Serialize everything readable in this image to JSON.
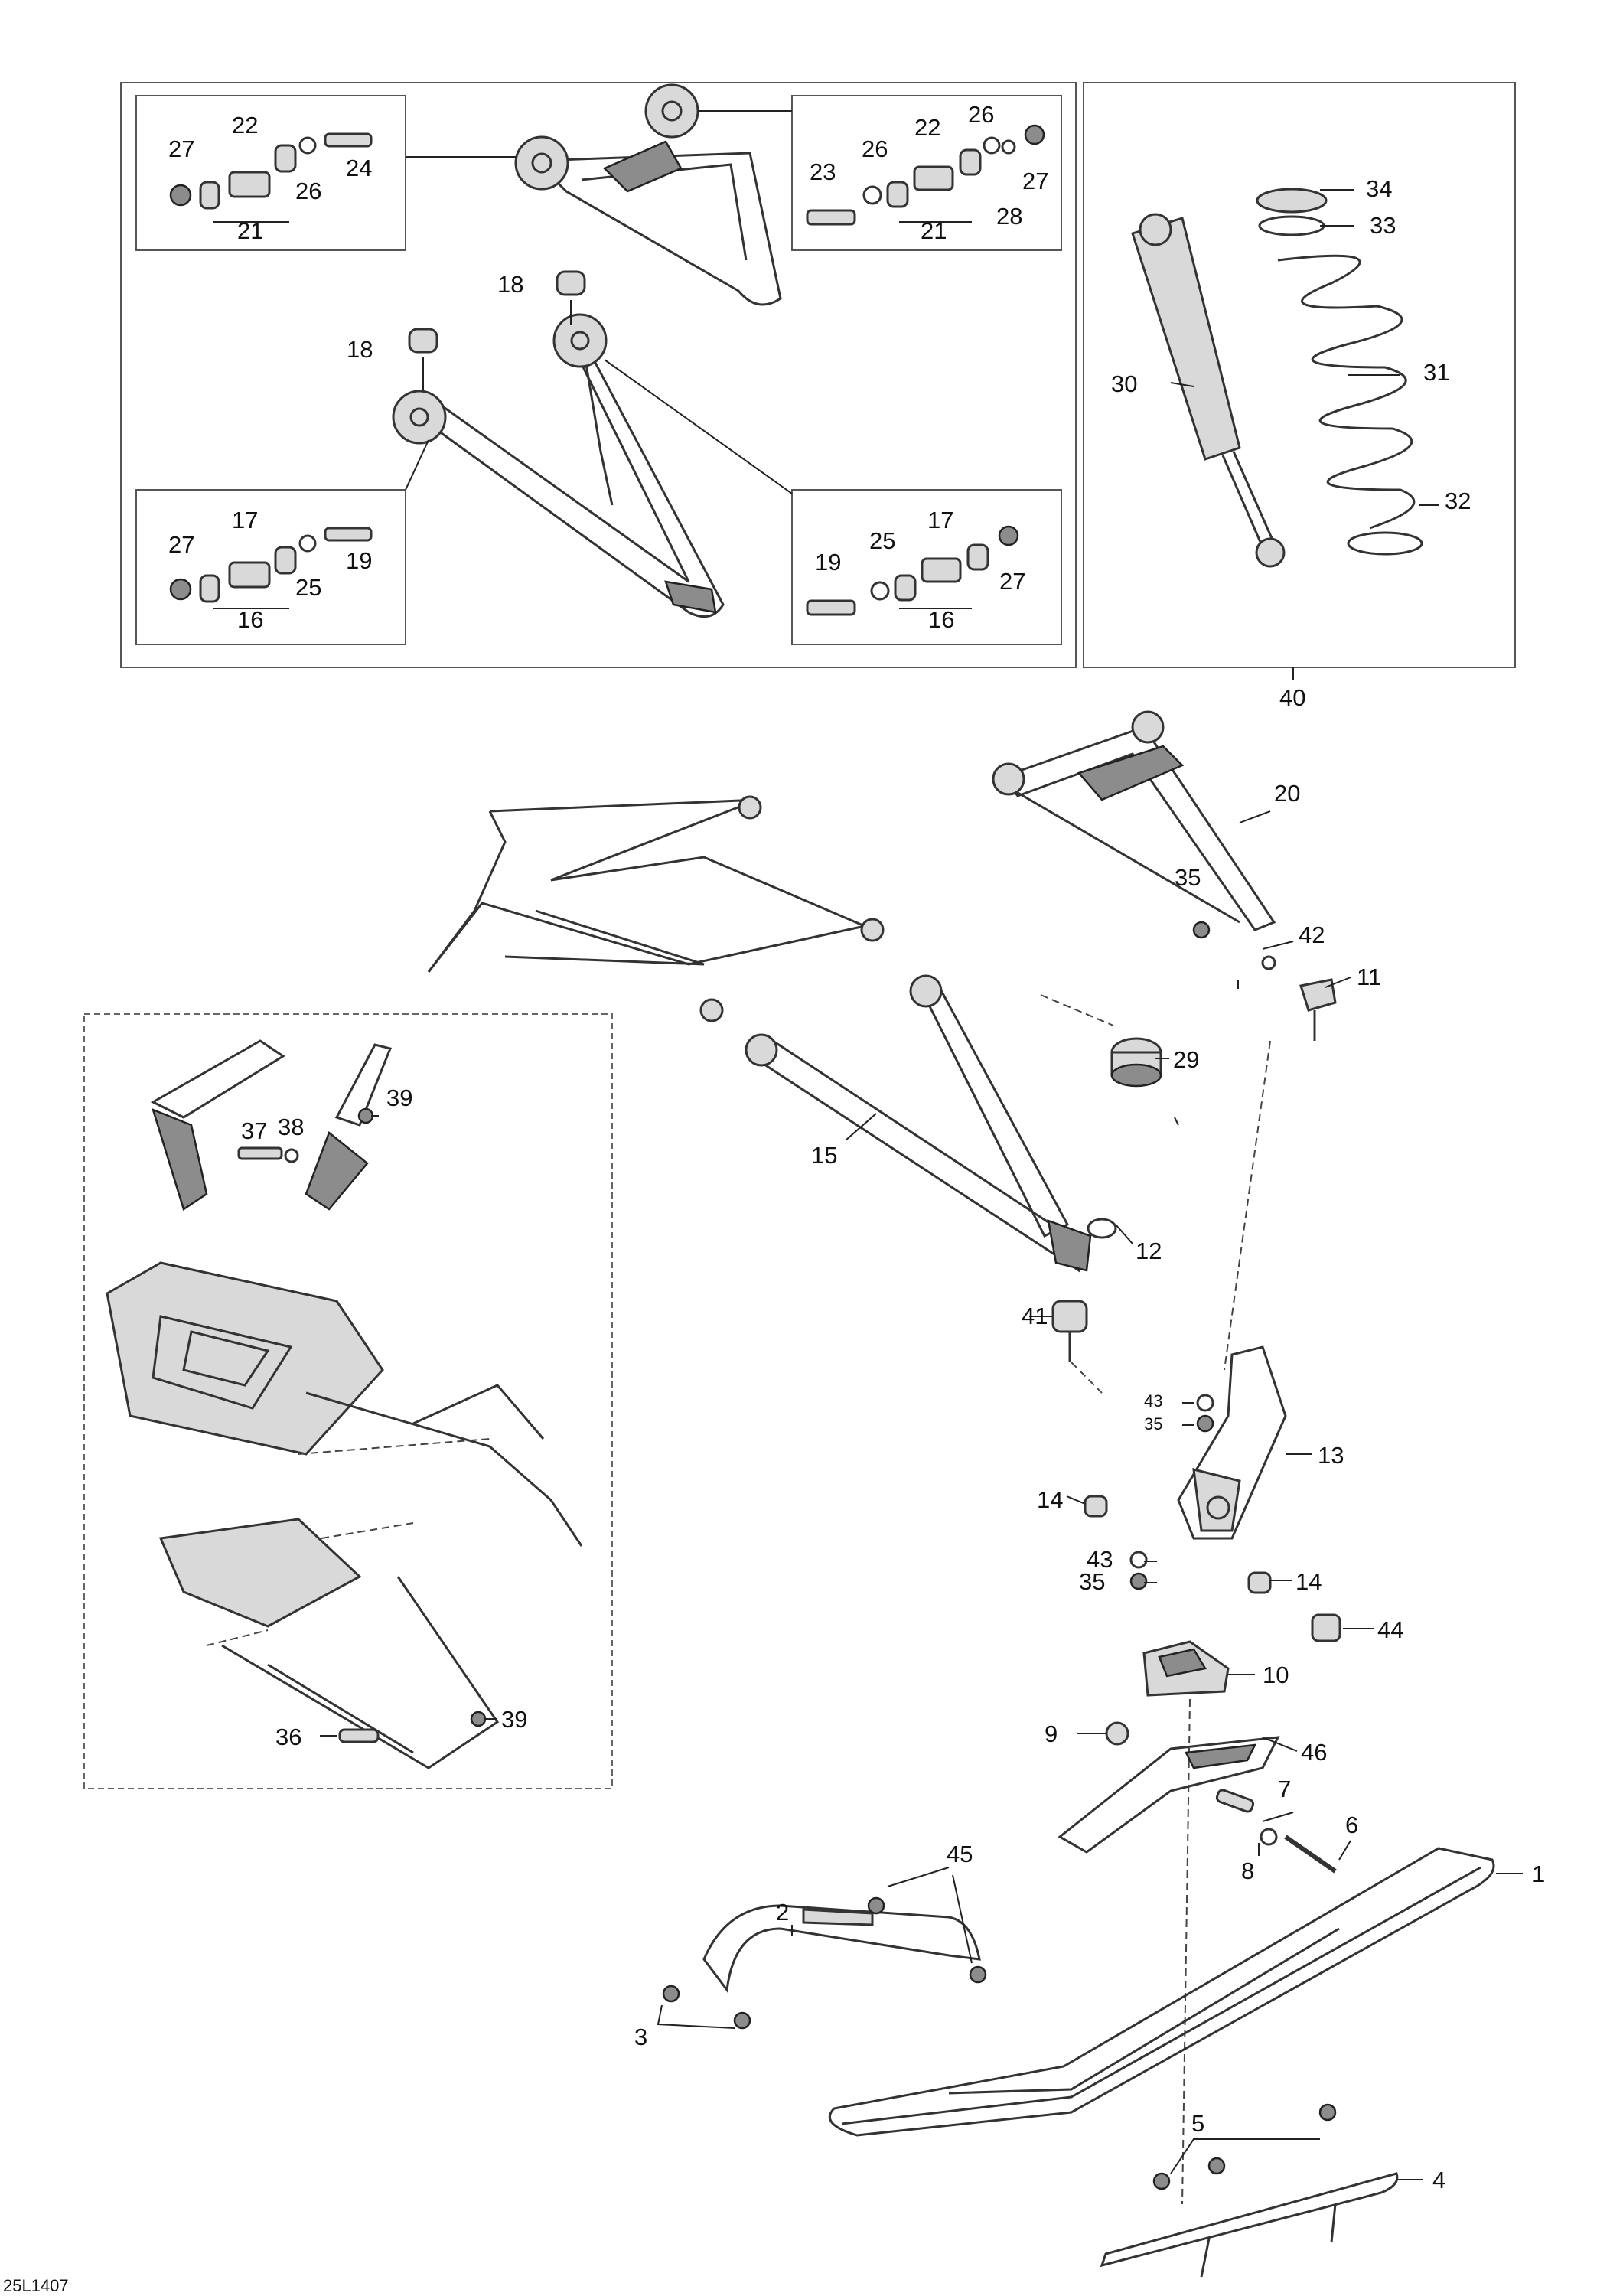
{
  "doc_ref": "25L1407",
  "callouts": {
    "c1": "1",
    "c2": "2",
    "c3": "3",
    "c4": "4",
    "c5": "5",
    "c6": "6",
    "c7": "7",
    "c8": "8",
    "c9": "9",
    "c10": "10",
    "c11": "11",
    "c12": "12",
    "c13": "13",
    "c14a": "14",
    "c14b": "14",
    "c15": "15",
    "c16a": "16",
    "c16b": "16",
    "c17a": "17",
    "c17b": "17",
    "c18a": "18",
    "c18b": "18",
    "c19a": "19",
    "c19b": "19",
    "c20": "20",
    "c21a": "21",
    "c21b": "21",
    "c22a": "22",
    "c22b": "22",
    "c23": "23",
    "c24": "24",
    "c25a": "25",
    "c25b": "25",
    "c26a": "26",
    "c26b": "26",
    "c26c": "26",
    "c27a": "27",
    "c27b": "27",
    "c27c": "27",
    "c27d": "27",
    "c28": "28",
    "c29": "29",
    "c30": "30",
    "c31": "31",
    "c32": "32",
    "c33": "33",
    "c34": "34",
    "c35a": "35",
    "c35b": "35",
    "c35c": "35",
    "c36": "36",
    "c37": "37",
    "c38": "38",
    "c39a": "39",
    "c39b": "39",
    "c40": "40",
    "c41": "41",
    "c42": "42",
    "c43a": "43",
    "c43b": "43",
    "c44": "44",
    "c45": "45",
    "c46": "46"
  }
}
